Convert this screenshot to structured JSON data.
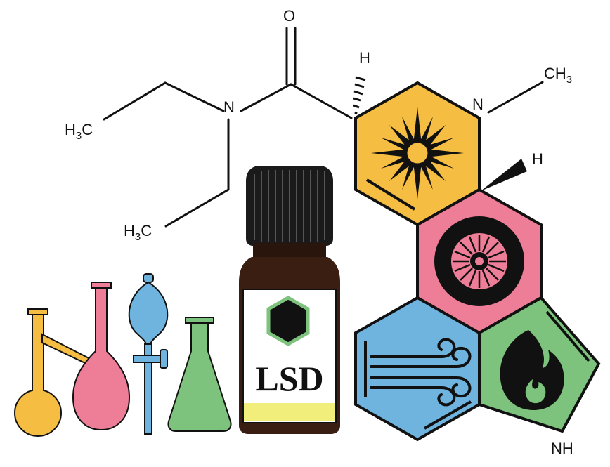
{
  "atoms": {
    "oxygen": "O",
    "nitrogen_amide": "N",
    "nitrogen_methyl": "N",
    "hydrogen_top": "H",
    "hydrogen_right": "H",
    "indole_nh": "NH",
    "ethyl_upper_h": "H",
    "ethyl_upper_sub": "3",
    "ethyl_upper_c": "C",
    "ethyl_lower_h": "H",
    "ethyl_lower_sub": "3",
    "ethyl_lower_c": "C",
    "methyl_c": "CH",
    "methyl_sub": "3"
  },
  "bottle": {
    "label": "LSD"
  },
  "colors": {
    "yellow": "#F5BD41",
    "pink": "#EE7E97",
    "blue": "#6FB3DF",
    "green": "#7DC37D",
    "bottle_brown": "#3A1E12",
    "cap": "#1A1A1A",
    "label_stripe": "#F1EE7C"
  },
  "icons": {
    "yellow_ring": "sun-icon",
    "pink_ring": "eye-icon",
    "blue_ring": "wind-icon",
    "green_ring": "flame-icon"
  }
}
